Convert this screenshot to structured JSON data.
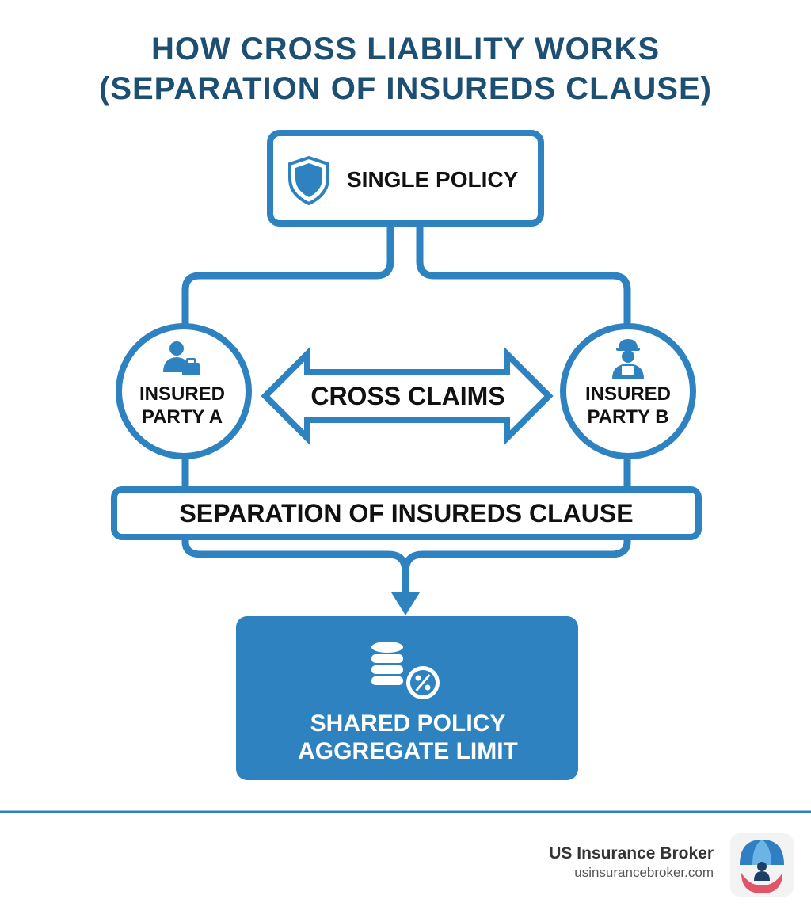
{
  "title": {
    "line1": "HOW CROSS LIABILITY WORKS",
    "line2": "(SEPARATION OF INSUREDS CLAUSE)"
  },
  "nodes": {
    "single_policy": {
      "label": "SINGLE POLICY",
      "icon": "shield-icon"
    },
    "party_a": {
      "label_line1": "INSURED",
      "label_line2": "PARTY A",
      "icon": "businessperson-briefcase-icon"
    },
    "party_b": {
      "label_line1": "INSURED",
      "label_line2": "PARTY B",
      "icon": "construction-worker-icon"
    },
    "cross_claims": {
      "label": "CROSS CLAIMS",
      "icon": "double-arrow"
    },
    "clause": {
      "label": "SEPARATION OF INSUREDS CLAUSE"
    },
    "aggregate_limit": {
      "label_line1": "SHARED POLICY",
      "label_line2": "AGGREGATE LIMIT",
      "icon": "coins-percent-icon"
    }
  },
  "brand": {
    "name": "US Insurance Broker",
    "url": "usinsurancebroker.com",
    "logo_icon": "umbrella-person-heart-logo"
  },
  "colors": {
    "primary": "#2e82c0",
    "title": "#1d4f73",
    "limit_fill": "#2e82c0"
  }
}
